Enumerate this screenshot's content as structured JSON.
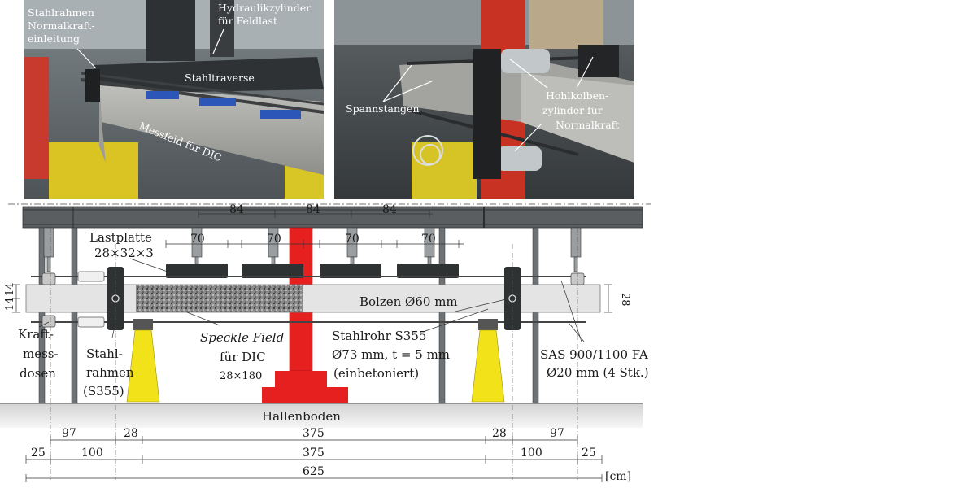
{
  "photo_left": {
    "stahlrahmen": [
      "Stahlrahmen",
      "Normalkraft-",
      "einleitung"
    ],
    "hydraulik": [
      "Hydraulikzylinder",
      "für Feldlast"
    ],
    "traverse": "Stahltraverse",
    "messfeld": "Messfeld für DIC"
  },
  "photo_right": {
    "spannstangen": "Spannstangen",
    "hohlkolben": [
      "Hohlkolben-",
      "zylinder für",
      "Normalkraft"
    ]
  },
  "drawing": {
    "lastplatte": [
      "Lastplatte",
      "28×32×3"
    ],
    "bolzen": "Bolzen Ø60 mm",
    "kraftmessdosen": [
      "Kraft-",
      "mess-",
      "dosen"
    ],
    "stahlrahmen": [
      "Stahl-",
      "rahmen",
      "(S355)"
    ],
    "speckle": [
      "Speckle Field",
      "für DIC",
      "28×180"
    ],
    "stahlrohr": [
      "Stahlrohr S355",
      "Ø73 mm, t = 5 mm",
      "(einbetoniert)"
    ],
    "sas": [
      "SAS 900/1100 FA",
      "Ø20 mm (4 Stk.)"
    ],
    "hallenboden": "Hallenboden",
    "unit": "[cm]",
    "dims": {
      "top": [
        "84",
        "84",
        "84"
      ],
      "plate": [
        "70",
        "70",
        "70",
        "70"
      ],
      "height": "28",
      "left_small": "14",
      "left_small2": "14",
      "row1": [
        "97",
        "28",
        "375",
        "28",
        "97"
      ],
      "row2": [
        "25",
        "100",
        "375",
        "100",
        "25"
      ],
      "row3": "625"
    }
  },
  "colors": {
    "column": "#e5201f",
    "jack": "#f2e21a",
    "steel": "#4a4a4a",
    "floor": "#c9c9c9"
  }
}
